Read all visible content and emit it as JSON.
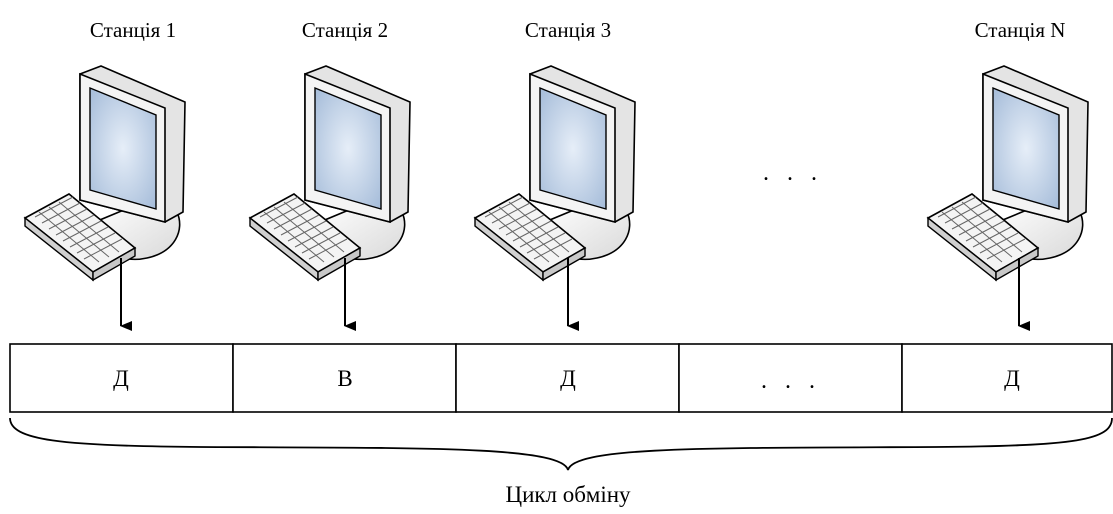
{
  "stations": [
    {
      "label": "Станція 1"
    },
    {
      "label": "Станція 2"
    },
    {
      "label": "Станція 3"
    },
    {
      "label": "Станція N"
    }
  ],
  "stations_gap_label": ". . .",
  "frame": {
    "slots": [
      {
        "label": "Д"
      },
      {
        "label": "В"
      },
      {
        "label": "Д"
      },
      {
        "label": ". . ."
      },
      {
        "label": "Д"
      }
    ]
  },
  "caption": "Цикл обміну",
  "colors": {
    "line": "#000000",
    "screen_center": "#dfe9f5",
    "screen_edge": "#a8bdd8",
    "case": "#f2f2f2",
    "case_shade": "#d8d8d8"
  },
  "icons": [
    "computer-icon",
    "keyboard-icon",
    "arrow-down-icon",
    "brace-icon"
  ]
}
